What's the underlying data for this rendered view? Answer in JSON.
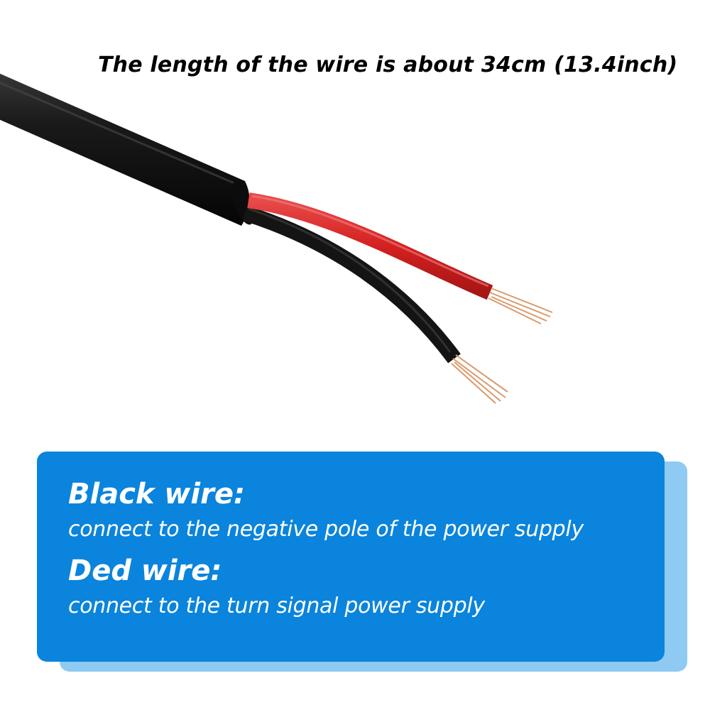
{
  "headline": "The length of the wire is about 34cm (13.4inch)",
  "info": {
    "black_title": "Black wire:",
    "black_desc": "connect to the negative pole of the power supply",
    "red_title": "Ded wire:",
    "red_desc": "connect to the turn signal power supply"
  },
  "colors": {
    "card": "#0a84dc",
    "card_shadow": "#8ecaf2",
    "sheath": "#111111",
    "red_wire": "#d42020",
    "black_wire": "#141414",
    "copper": "#d99a6c"
  },
  "image": {
    "subject": "cable-photo"
  }
}
